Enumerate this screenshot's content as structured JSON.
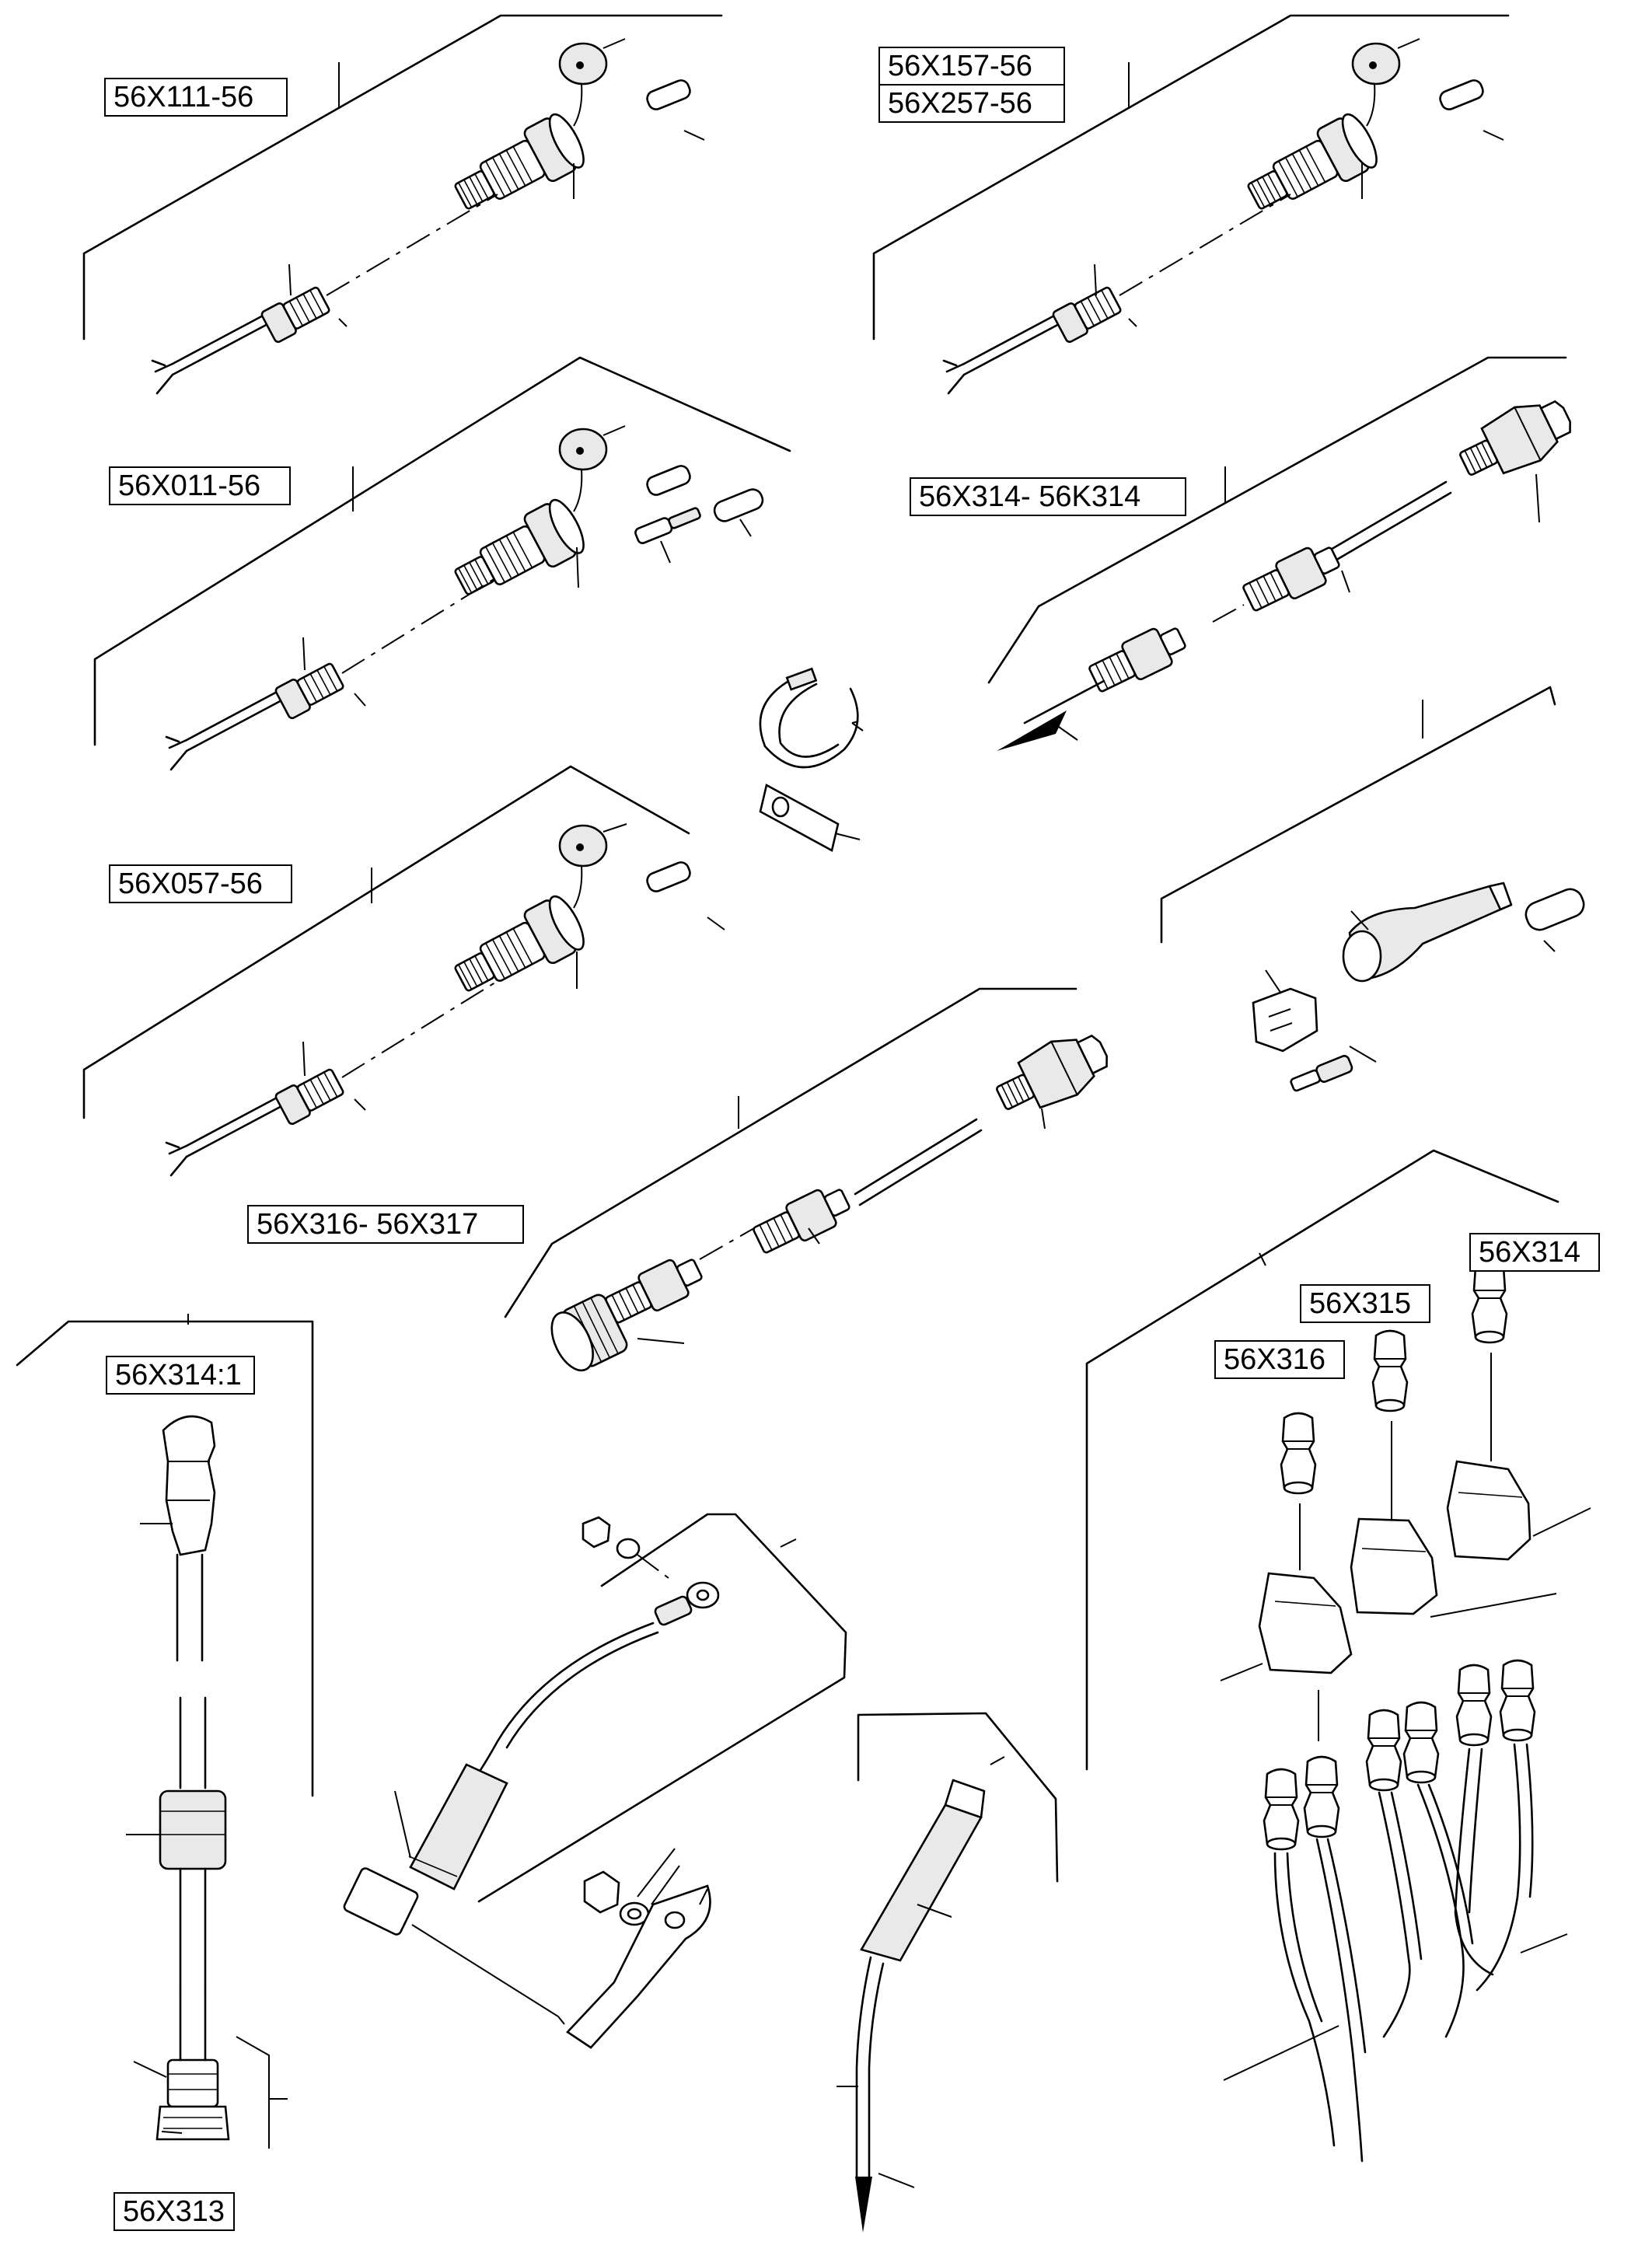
{
  "labels": {
    "l1": "56X111-56",
    "l2a": "56X157-56",
    "l2b": "56X257-56",
    "l3": "56X011-56",
    "l4": "56X314- 56K314",
    "l5": "56X057-56",
    "l6": "56X316- 56X317",
    "l7": "56X314:1",
    "l8": "56X313",
    "l9": "56X314",
    "l10": "56X315",
    "l11": "56X316"
  }
}
